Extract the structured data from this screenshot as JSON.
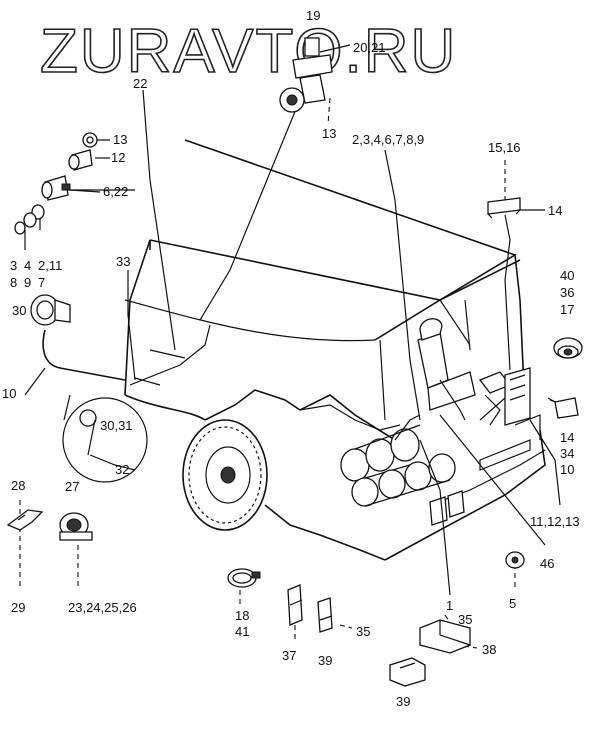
{
  "watermark": "ZURAVTO.RU",
  "labels": {
    "l19": "19",
    "l20_21": "20,21",
    "l22_top": "22",
    "l13_top": "13",
    "l13_left": "13",
    "l12": "12",
    "l6_22": "6,22",
    "l2_11": "2,11",
    "l3": "3",
    "l4": "4",
    "l8": "8",
    "l9": "9",
    "l7": "7",
    "l30": "30",
    "l33": "33",
    "l10_left": "10",
    "l30_31": "30,31",
    "l32": "32",
    "l2_9": "2,3,4,6,7,8,9",
    "l15_16": "15,16",
    "l14_top": "14",
    "l40": "40",
    "l36": "36",
    "l17": "17",
    "l14_right": "14",
    "l34": "34",
    "l10_right": "10",
    "l11_12_13": "11,12,13",
    "l46": "46",
    "l5": "5",
    "l1": "1",
    "l28": "28",
    "l29": "29",
    "l27": "27",
    "l23_26": "23,24,25,26",
    "l18": "18",
    "l41": "41",
    "l37": "37",
    "l39_mid": "39",
    "l35_mid": "35",
    "l35_bot": "35",
    "l38": "38",
    "l39_bot": "39"
  }
}
